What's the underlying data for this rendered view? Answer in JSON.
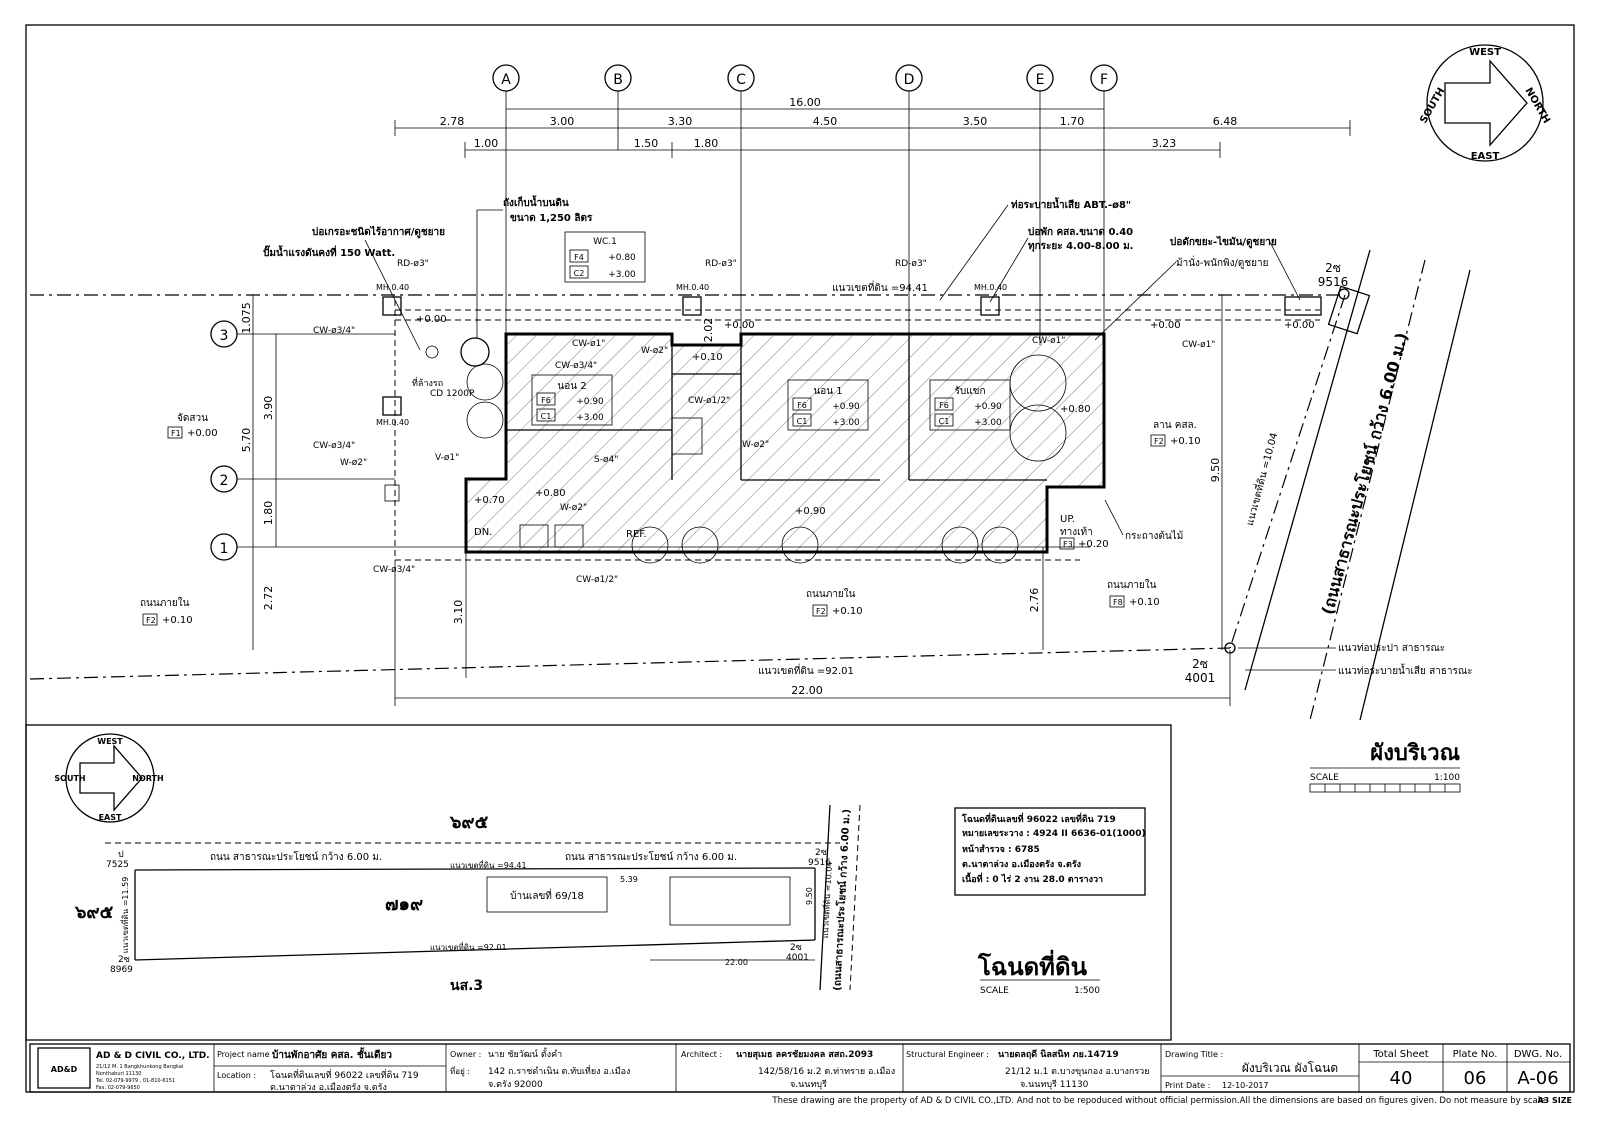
{
  "grid": {
    "cols": [
      "A",
      "B",
      "C",
      "D",
      "E",
      "F"
    ],
    "rows": [
      "3",
      "2",
      "1"
    ]
  },
  "dims": {
    "top_total": "16.00",
    "top_row1": [
      "2.78",
      "3.00",
      "3.30",
      "4.50",
      "3.50",
      "1.70",
      "6.48"
    ],
    "top_row2": [
      "1.00",
      "1.50",
      "1.80",
      "3.23"
    ],
    "left_outer": [
      "1.075",
      "5.70",
      "2.72"
    ],
    "left_inner": [
      "3.90",
      "1.80"
    ],
    "vert_misc": [
      "3.10",
      "2.76",
      "9.50",
      "2.02"
    ],
    "bottom_total": "22.00"
  },
  "site": {
    "boundary_top": "แนวเขตที่ดิน =94.41",
    "boundary_bottom": "แนวเขตที่ดิน =92.01",
    "boundary_right": "แนวเขตที่ดิน =10.04",
    "road_right": "(ถนนสาธารณะประโยชน์ กว้าง 6.00 ม.)",
    "corner_top": "2ซ",
    "corner_top_num": "9516",
    "corner_bottom": "2ซ",
    "corner_bottom_num": "4001"
  },
  "labels": {
    "water_tank_1": "ถังเก็บน้ำบนดิน",
    "water_tank_2": "ขนาด 1,250 ลิตร",
    "septic": "บ่อเกรอะชนิดไร้อากาศ/ดูชยาย",
    "pump": "ปั๊มน้ำแรงดันคงที่ 150 Watt.",
    "drain_pipe": "ท่อระบายน้ำเสีย ABT.-ø8\"",
    "manhole_1": "บ่อพัก คสล.ขนาด 0.40",
    "manhole_2": "ทุกระยะ 4.00-8.00 ม.",
    "grease_trap": "บ่อดักขยะ-ไขมัน/ดูชยาย",
    "bench": "ม้านั่ง-พนักพิง/ดูชยาย",
    "garden": "จัดสวน",
    "garden_tag": "F1",
    "garden_lvl": "+0.00",
    "yard": "ลาน คสล.",
    "yard_tag": "F2",
    "yard_lvl": "+0.10",
    "road_in": "ถนนภายใน",
    "road_in_tag": "F2",
    "road_in_lvl": "+0.10",
    "road_in2": "ถนนภายใน",
    "road_in2_lvl": "+0.10",
    "road_in3": "ถนนภายใน",
    "road_in3_tag": "F8",
    "road_in3_lvl": "+0.10",
    "planter": "กระถางต้นไม้",
    "water_main": "แนวท่อประปา สาธารณะ",
    "sewer_main": "แนวท่อระบายน้ำเสีย สาธารณะ",
    "ramp": "ทางเท้า",
    "ramp_tag": "F3",
    "ramp_lvl": "+0.20",
    "up": "UP.",
    "dn": "DN.",
    "ref": "REF.",
    "bed2": "นอน 2",
    "bed1": "นอน 1",
    "guest": "รับแขก",
    "wc": "WC.1",
    "main_lvl": "+0.90",
    "lvl_070": "+0.70",
    "lvl_080": "+0.80",
    "lvl_080b": "+0.80",
    "lvl_010": "+0.10",
    "ceiling": "+3.00",
    "floor_tag": "F6",
    "ceil_tag": "C1",
    "wc_floor_tag": "F4",
    "wc_ceil_tag": "C2",
    "wc_floor": "+0.80",
    "wc_ceil": "+3.00",
    "cd": "CD 1200P",
    "tank_area": "ที่ล้างรถ",
    "pipes": [
      "CW-ø3/4\"",
      "CW-ø3/4\"",
      "W-ø2\"",
      "V-ø1\"",
      "CW-ø3/4\"",
      "CW-ø1\"",
      "CW-ø3/4\"",
      "W-ø2\"",
      "S-ø4\"",
      "W-ø2\"",
      "CW-ø1/2\"",
      "W-ø2\"",
      "CW-ø1\"",
      "CW-ø1\"",
      "CW-ø1/2\"",
      "RD-ø3\"",
      "RD-ø3\"",
      "RD-ø3\""
    ],
    "mh": "MH.0.40",
    "lvl_000": "+0.00"
  },
  "compass": {
    "top": "WEST",
    "right": "NORTH",
    "bottom": "EAST",
    "left": "SOUTH"
  },
  "site_plan": {
    "title": "ผังบริเวณ",
    "scale_label": "SCALE",
    "scale": "1:100"
  },
  "deed": {
    "title": "โฉนดที่ดิน",
    "scale_label": "SCALE",
    "scale": "1:500",
    "lot_top": "๖๙๕",
    "lot_left": "๖๙๕",
    "lot_main": "๗๑๙",
    "lot_bottom": "นส.3",
    "house": "บ้านเลขที่ 69/18",
    "road_top_1": "ถนน สาธารณะประโยชน์ กว้าง 6.00 ม.",
    "road_top_2": "ถนน สาธารณะประโยชน์ กว้าง 6.00 ม.",
    "road_right": "(ถนนสาธารณะประโยชน์ กว้าง 6.00 ม.)",
    "bnd_top": "แนวเขตที่ดิน =94.41",
    "bnd_bottom": "แนวเขตที่ดิน =92.01",
    "bnd_left": "แนวเขตที่ดิน =11.59",
    "bnd_right": "แนวเขตที่ดิน =10.04",
    "d1": "5.39",
    "d2": "9.50",
    "d3": "22.00",
    "c1": "ป",
    "c1n": "7525",
    "c2": "2ซ",
    "c2n": "9516",
    "c3": "2ซ",
    "c3n": "8969",
    "c4": "2ซ",
    "c4n": "4001",
    "info": [
      "โฉนดที่ดินเลขที่ 96022 เลขที่ดิน 719",
      "หมายเลขระวาง : 4924 II 6636-01(1000)",
      "หน้าสำรวจ : 6785",
      "ต.นาตาล่วง อ.เมืองตรัง จ.ตรัง",
      "เนื้อที่ : 0 ไร่ 2 งาน 28.0 ตารางวา"
    ]
  },
  "title_block": {
    "company": "AD & D CIVIL CO., LTD.",
    "company_addr": [
      "21/12 M. 1 Bangkhunkong Bangkai",
      "Nonthaburi 11130",
      "Tel. 02-079-9979 , 01-810-6151",
      "Fax. 02-079-9650"
    ],
    "logo": "AD&D",
    "project_label": "Project name :",
    "project": "บ้านพักอาศัย คสล. ชั้นเดียว",
    "location_label": "Location :",
    "location_1": "โฉนดที่ดินเลขที่ 96022 เลขที่ดิน 719",
    "location_2": "ต.นาตาล่วง อ.เมืองตรัง จ.ตรัง",
    "owner_label": "Owner :",
    "owner": "นาย ชัยวัฒน์ ตั้งคำ",
    "addr_label": "ที่อยู่ :",
    "owner_addr_1": "142 ถ.ราชดำเนิน ต.ทับเที่ยง อ.เมือง",
    "owner_addr_2": "จ.ตรัง 92000",
    "architect_label": "Architect :",
    "architect": "นายสุเมธ ลครชัยมงคล สสถ.2093",
    "architect_addr_1": "142/58/16 ม.2 ต.ท่าทราย อ.เมือง",
    "architect_addr_2": "จ.นนทบุรี",
    "struct_label": "Structural Engineer :",
    "struct": "นายดลฤดี นิลสนิท ภย.14719",
    "struct_addr_1": "21/12 ม.1 ต.บางขุนกอง อ.บางกรวย",
    "struct_addr_2": "จ.นนทบุรี 11130",
    "dtitle_label": "Drawing Title :",
    "dtitle": "ผังบริเวณ ผังโฉนด",
    "print_label": "Print Date :",
    "print_date": "12-10-2017",
    "total_label": "Total Sheet",
    "total": "40",
    "plate_label": "Plate No.",
    "plate": "06",
    "dwg_label": "DWG. No.",
    "dwg": "A-06"
  },
  "footer": {
    "note": "These drawing are the property of AD & D CIVIL CO.,LTD. And not to be repoduced without official permission.All the dimensions are based on figures given. Do not measure by scale.",
    "size": "A3 SIZE"
  }
}
